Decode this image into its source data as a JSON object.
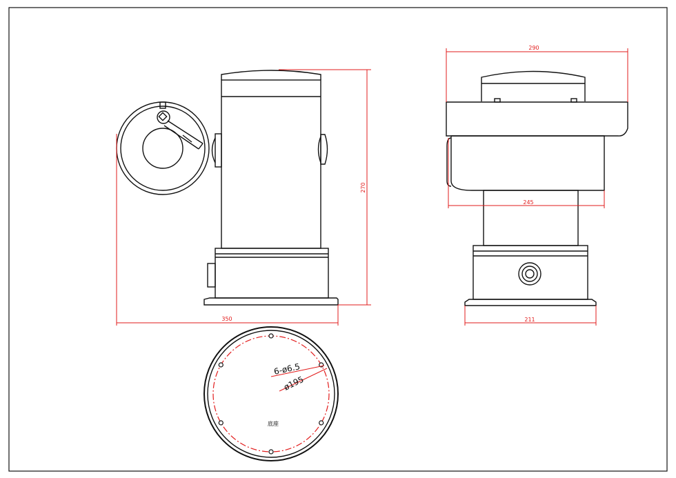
{
  "colors": {
    "ink": "#111111",
    "dimension": "#e21b1b",
    "background": "#ffffff"
  },
  "dimensions": {
    "side_height": "270",
    "side_width": "350",
    "front_width_top": "290",
    "front_width_mid": "245",
    "front_width_base": "211"
  },
  "base_view": {
    "hole_callout": "6-ø6.5",
    "pcd_callout": "ø195",
    "label": "底座",
    "hole_count": 6
  }
}
